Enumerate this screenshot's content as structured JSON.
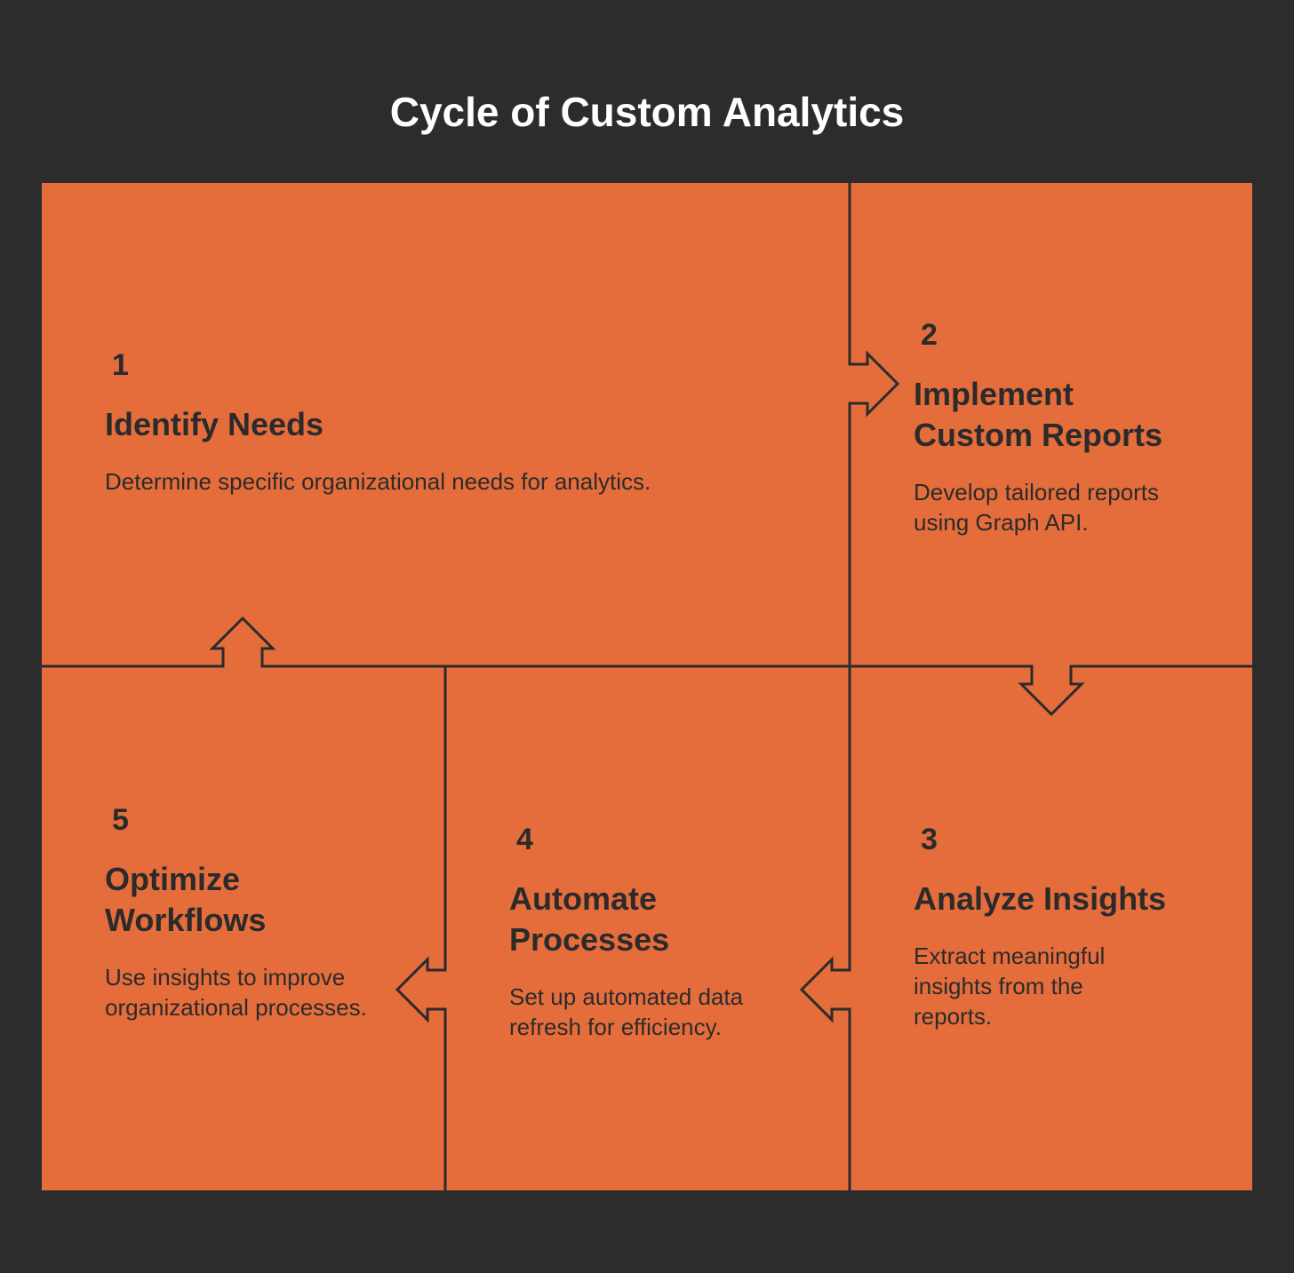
{
  "title": "Cycle of Custom Analytics",
  "colors": {
    "background": "#2c2c2c",
    "panel": "#e56d3c",
    "line": "#2b2b2b",
    "title": "#ffffff"
  },
  "steps": [
    {
      "number": "1",
      "heading": "Identify Needs",
      "description": "Determine specific organizational needs for analytics."
    },
    {
      "number": "2",
      "heading": "Implement Custom Reports",
      "description": "Develop tailored reports using Graph API."
    },
    {
      "number": "3",
      "heading": "Analyze Insights",
      "description": "Extract meaningful insights from the reports."
    },
    {
      "number": "4",
      "heading": "Automate Processes",
      "description": "Set up automated data refresh for efficiency."
    },
    {
      "number": "5",
      "heading": "Optimize Workflows",
      "description": "Use insights to improve organizational processes."
    }
  ]
}
